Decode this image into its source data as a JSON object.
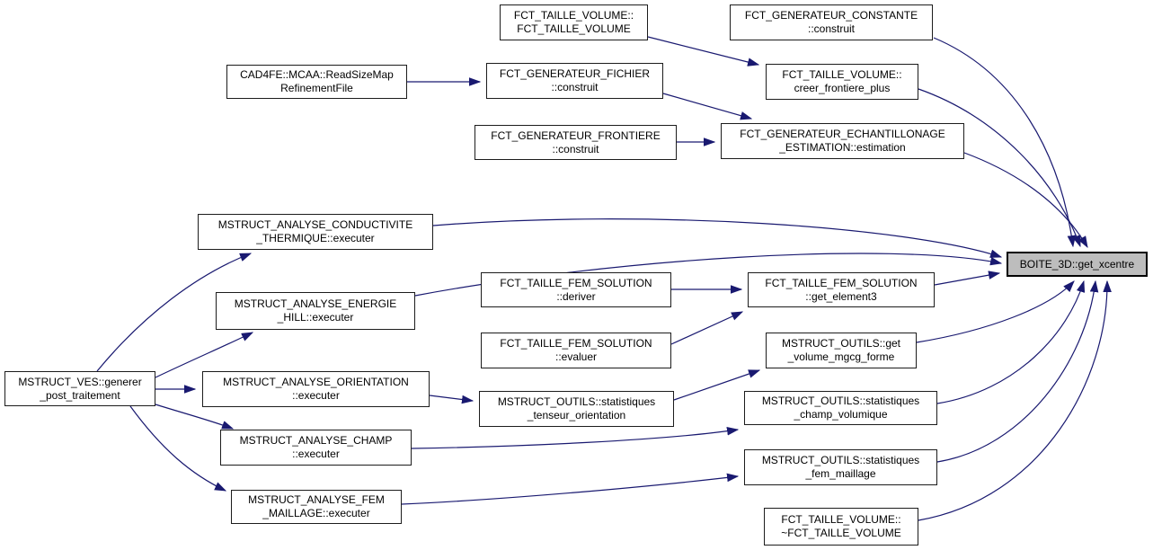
{
  "graph": {
    "type": "call-graph",
    "colors": {
      "edge": "#191970",
      "node_border": "#1c1c1c",
      "node_fill": "#ffffff",
      "highlight_fill": "#bdbdbd",
      "background": "#ffffff"
    },
    "target_node": "target",
    "nodes": {
      "ctor": {
        "label": "FCT_TAILLE_VOLUME::\nFCT_TAILLE_VOLUME"
      },
      "constante": {
        "label": "FCT_GENERATEUR_CONSTANTE\n::construit"
      },
      "cad4fe": {
        "label": "CAD4FE::MCAA::ReadSizeMap\nRefinementFile"
      },
      "fichier": {
        "label": "FCT_GENERATEUR_FICHIER\n::construit"
      },
      "creer": {
        "label": "FCT_TAILLE_VOLUME::\ncreer_frontiere_plus"
      },
      "frontiere": {
        "label": "FCT_GENERATEUR_FRONTIERE\n::construit"
      },
      "estimation": {
        "label": "FCT_GENERATEUR_ECHANTILLONAGE\n_ESTIMATION::estimation"
      },
      "conductivite": {
        "label": "MSTRUCT_ANALYSE_CONDUCTIVITE\n_THERMIQUE::executer"
      },
      "energie": {
        "label": "MSTRUCT_ANALYSE_ENERGIE\n_HILL::executer"
      },
      "deriver": {
        "label": "FCT_TAILLE_FEM_SOLUTION\n::deriver"
      },
      "evaluer": {
        "label": "FCT_TAILLE_FEM_SOLUTION\n::evaluer"
      },
      "get_element3": {
        "label": "FCT_TAILLE_FEM_SOLUTION\n::get_element3"
      },
      "get_volume": {
        "label": "MSTRUCT_OUTILS::get\n_volume_mgcg_forme"
      },
      "ves": {
        "label": "MSTRUCT_VES::generer\n_post_traitement"
      },
      "orientation": {
        "label": "MSTRUCT_ANALYSE_ORIENTATION\n::executer"
      },
      "tenseur": {
        "label": "MSTRUCT_OUTILS::statistiques\n_tenseur_orientation"
      },
      "champ_vol": {
        "label": "MSTRUCT_OUTILS::statistiques\n_champ_volumique"
      },
      "champ": {
        "label": "MSTRUCT_ANALYSE_CHAMP\n::executer"
      },
      "fem_mail": {
        "label": "MSTRUCT_OUTILS::statistiques\n_fem_maillage"
      },
      "analyse_fem": {
        "label": "MSTRUCT_ANALYSE_FEM\n_MAILLAGE::executer"
      },
      "dtor": {
        "label": "FCT_TAILLE_VOLUME::\n~FCT_TAILLE_VOLUME"
      },
      "target": {
        "label": "BOITE_3D::get_xcentre"
      }
    },
    "edges": [
      {
        "from": "ves",
        "to": "conductivite"
      },
      {
        "from": "ves",
        "to": "energie"
      },
      {
        "from": "ves",
        "to": "orientation"
      },
      {
        "from": "ves",
        "to": "champ"
      },
      {
        "from": "ves",
        "to": "analyse_fem"
      },
      {
        "from": "cad4fe",
        "to": "fichier"
      },
      {
        "from": "ctor",
        "to": "creer"
      },
      {
        "from": "fichier",
        "to": "estimation"
      },
      {
        "from": "frontiere",
        "to": "estimation"
      },
      {
        "from": "orientation",
        "to": "tenseur"
      },
      {
        "from": "deriver",
        "to": "get_element3"
      },
      {
        "from": "evaluer",
        "to": "get_element3"
      },
      {
        "from": "tenseur",
        "to": "get_volume"
      },
      {
        "from": "champ",
        "to": "champ_vol"
      },
      {
        "from": "analyse_fem",
        "to": "fem_mail"
      },
      {
        "from": "constante",
        "to": "target"
      },
      {
        "from": "creer",
        "to": "target"
      },
      {
        "from": "estimation",
        "to": "target"
      },
      {
        "from": "conductivite",
        "to": "target"
      },
      {
        "from": "energie",
        "to": "target"
      },
      {
        "from": "get_element3",
        "to": "target"
      },
      {
        "from": "get_volume",
        "to": "target"
      },
      {
        "from": "champ_vol",
        "to": "target"
      },
      {
        "from": "fem_mail",
        "to": "target"
      },
      {
        "from": "dtor",
        "to": "target"
      }
    ]
  }
}
